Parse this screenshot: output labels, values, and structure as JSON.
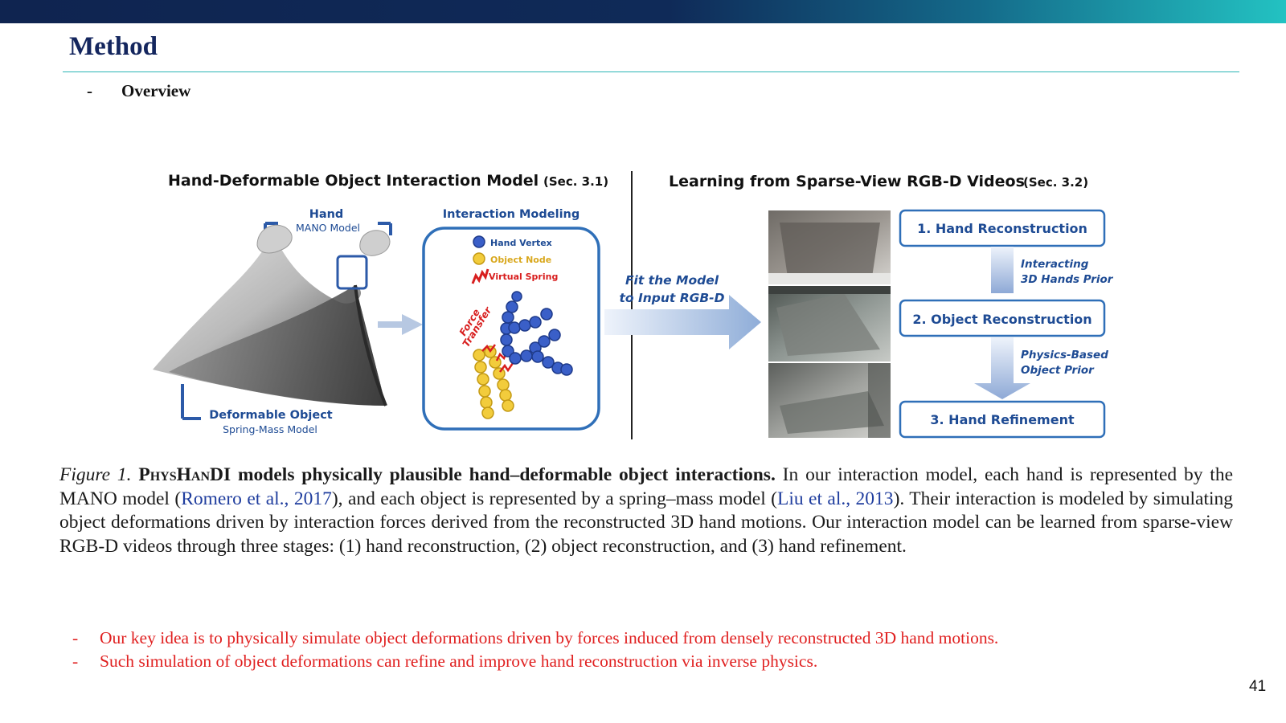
{
  "slide": {
    "title": "Method",
    "bullet": "Overview",
    "page_number": "41",
    "notes": [
      "Our key idea is to physically simulate object deformations driven by forces induced from densely reconstructed 3D hand motions.",
      "Such simulation of object deformations can refine and improve hand reconstruction via inverse physics."
    ]
  },
  "figure": {
    "left_title": "Hand-Deformable Object Interaction Model",
    "left_sec": "(Sec. 3.1)",
    "right_title": "Learning from Sparse-View RGB-D Videos",
    "right_sec": "(Sec. 3.2)",
    "hand_label": "Hand",
    "hand_sub": "MANO Model",
    "object_label": "Deformable Object",
    "object_sub": "Spring-Mass Model",
    "interaction_title": "Interaction Modeling",
    "legend_hand": "Hand Vertex",
    "legend_object": "Object Node",
    "legend_spring": "Virtual Spring",
    "force_1": "Force",
    "force_2": "Transfer",
    "fit_1": "Fit the Model",
    "fit_2": "to Input RGB-D",
    "stage_1": "1. Hand Reconstruction",
    "stage_2": "2. Object Reconstruction",
    "stage_3": "3. Hand Refinement",
    "prior_1a": "Interacting",
    "prior_1b": "3D Hands Prior",
    "prior_2a": "Physics-Based",
    "prior_2b": "Object Prior",
    "colors": {
      "hand_vertex": "#3a5fc8",
      "object_node": "#f2cc3c",
      "spring": "#d81e1e",
      "blue_text": "#1e4b94",
      "box_border": "#2f6fb8"
    }
  },
  "caption": {
    "fig_label": "Figure 1.",
    "bold_name": "PhysHanDI",
    "bold_rest": "models physically plausible hand–deformable object interactions.",
    "t1": "In our interaction model, each hand is represented by the MANO model (",
    "cite1": "Romero et al., 2017",
    "t2": "), and each object is represented by a spring–mass model (",
    "cite2": "Liu et al., 2013",
    "t3": "). Their interaction is modeled by simulating object deformations driven by interaction forces derived from the reconstructed 3D hand motions. Our interaction model can be learned from sparse-view RGB-D videos through three stages: (1) hand reconstruction, (2) object reconstruction, and (3) hand refinement."
  }
}
